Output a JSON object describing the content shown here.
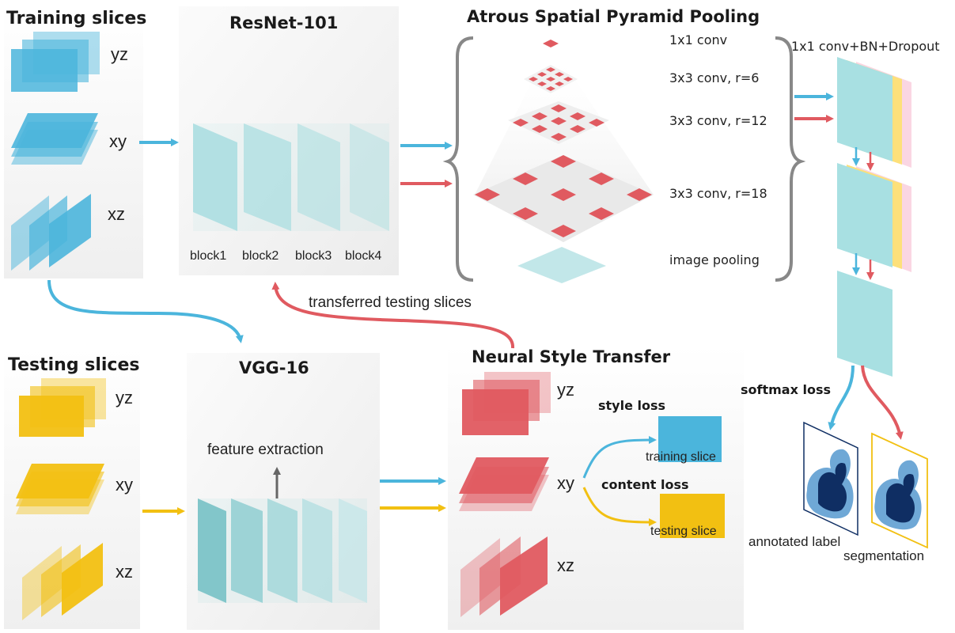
{
  "training": {
    "title": "Training slices",
    "labels": [
      "yz",
      "xy",
      "xz"
    ]
  },
  "resnet": {
    "title": "ResNet-101",
    "blocks": [
      "block1",
      "block2",
      "block3",
      "block4"
    ]
  },
  "aspp": {
    "title": "Atrous Spatial Pyramid Pooling",
    "rows": [
      "1x1 conv",
      "3x3 conv, r=6",
      "3x3 conv, r=12",
      "3x3 conv, r=18",
      "image pooling"
    ]
  },
  "head": {
    "label": "1x1 conv+BN+Dropout",
    "loss": "softmax loss",
    "outputs": [
      "annotated label",
      "segmentation"
    ]
  },
  "transfer_arrow_label": "transferred testing slices",
  "testing": {
    "title": "Testing slices",
    "labels": [
      "yz",
      "xy",
      "xz"
    ]
  },
  "vgg": {
    "title": "VGG-16",
    "feature_label": "feature extraction"
  },
  "nst": {
    "title": "Neural Style Transfer",
    "labels": [
      "yz",
      "xy",
      "xz"
    ],
    "style_loss": "style loss",
    "content_loss": "content loss",
    "training_slice": "training slice",
    "testing_slice": "testing slice"
  },
  "colors": {
    "blue": "#4bb5dc",
    "red": "#e05a60",
    "yellow": "#f2c012",
    "teal": "#a8dde0",
    "dark_navy": "#0f2e63"
  }
}
